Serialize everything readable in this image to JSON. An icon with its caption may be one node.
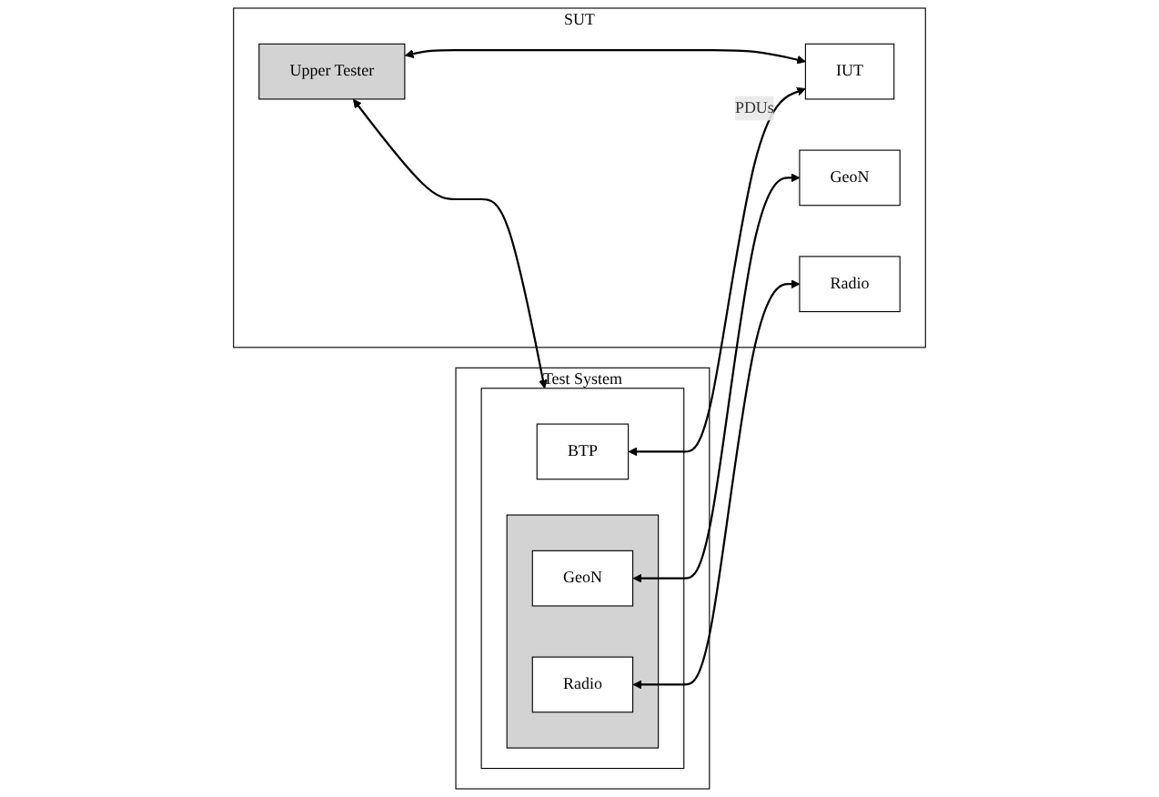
{
  "diagram": {
    "nodes": [
      {
        "text": [
          "Test System"
        ]
      },
      {
        "text": [],
        "shape": "box",
        "in": 0
      },
      {
        "text": [
          "BTP"
        ],
        "in": 1
      },
      {
        "text": [],
        "shape": "box",
        "in": 1
      },
      {
        "text": [
          "GeoN"
        ],
        "in": 3
      },
      {
        "text": [
          "Radio"
        ],
        "in": 3
      },
      {
        "text": [
          "SUT"
        ]
      },
      {
        "text": [
          "Upper Tester"
        ],
        "in": 6
      },
      {
        "text": [
          "IUT"
        ],
        "in": 6
      },
      {
        "text": [
          "GeoN"
        ],
        "in": 6
      },
      {
        "text": [
          "Radio"
        ],
        "in": 6
      }
    ],
    "edges": [
      {
        "from": 7,
        "to": 1,
        "arrow": "both"
      },
      {
        "from": 7,
        "to": 8,
        "arrow": "both"
      },
      {
        "from": 2,
        "to": 8,
        "arrow": "both",
        "label": "PDUs"
      },
      {
        "from": 4,
        "to": 9,
        "arrow": "both"
      },
      {
        "from": 5,
        "to": 10,
        "arrow": "both"
      }
    ]
  }
}
